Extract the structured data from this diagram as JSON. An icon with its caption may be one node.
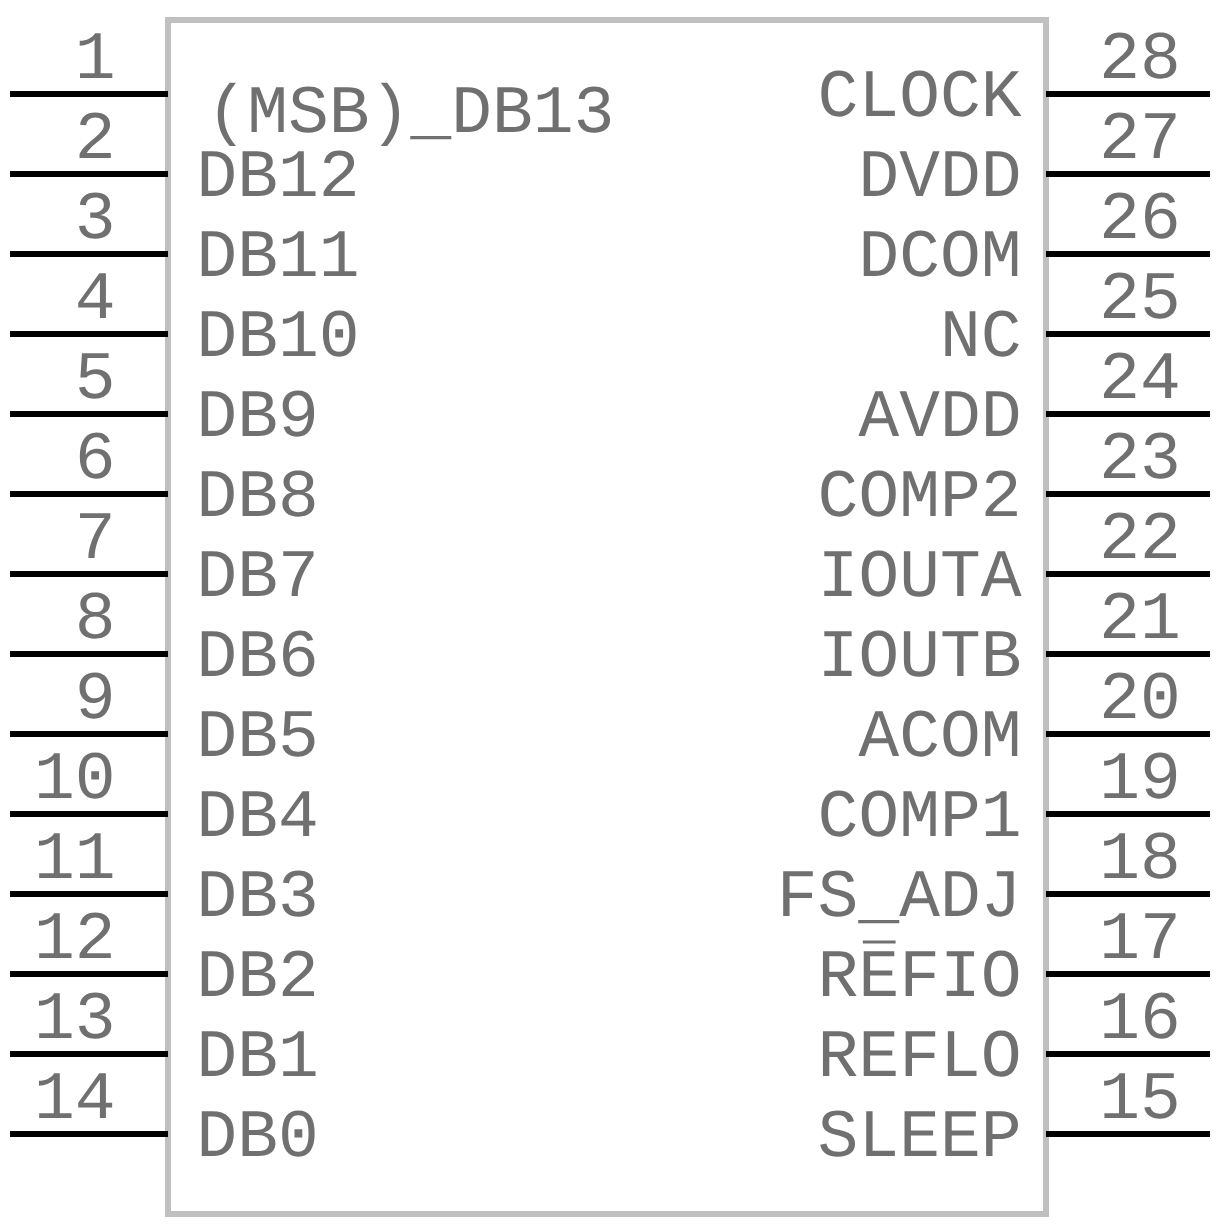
{
  "diagram": {
    "labels": [
      "1",
      "(MSB)_DB13",
      "CLOCK",
      "28",
      "2",
      "DB12",
      "DVDD",
      "27",
      "3",
      "DB11",
      "DCOM",
      "26",
      "4",
      "DB10",
      "NC",
      "25",
      "5",
      "DB9",
      "AVDD",
      "24",
      "6",
      "DB8",
      "COMP2",
      "23",
      "7",
      "DB7",
      "IOUTA",
      "22",
      "8",
      "DB6",
      "IOUTB",
      "21",
      "9",
      "DB5",
      "ACOM",
      "20",
      "10",
      "DB4",
      "COMP1",
      "19",
      "11",
      "DB3",
      "FS_ADJ",
      "18",
      "12",
      "DB2",
      "REFIO",
      "17",
      "13",
      "DB1",
      "REFLO",
      "16",
      "14",
      "DB0",
      "SLEEP",
      "15"
    ]
  }
}
